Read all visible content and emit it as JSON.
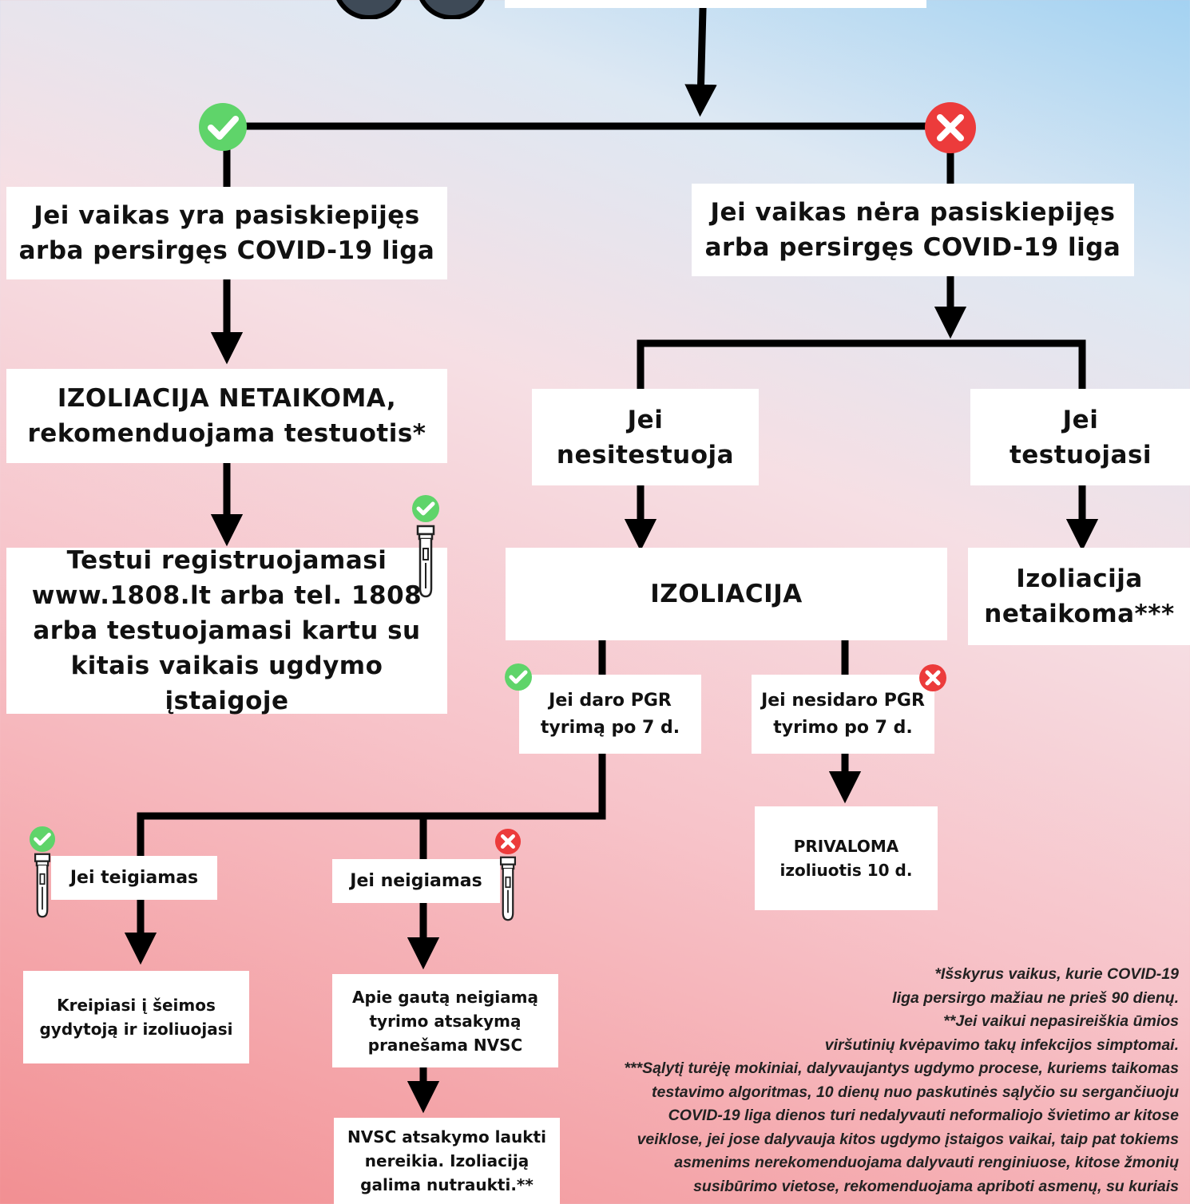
{
  "nodes": {
    "vaccinated": "Jei vaikas yra pasiskiepijęs\narba persirgęs COVID-19 liga",
    "not_vaccinated": "Jei vaikas nėra pasiskiepijęs\narba persirgęs COVID-19 liga",
    "no_isolation_test": "IZOLIACIJA NETAIKOMA,\nrekomenduojama testuotis*",
    "register_test": "Testui registruojamasi\nwww.1808.lt arba tel. 1808\narba testuojamasi kartu su\nkitais vaikais ugdymo įstaigoje",
    "not_testing": "Jei\nnesitestuoja",
    "testing": "Jei\ntestuojasi",
    "isolation": "IZOLIACIJA",
    "no_isolation": "Izoliacija\nnetaikoma***",
    "pcr_yes": "Jei daro PGR\ntyrimą po 7 d.",
    "pcr_no": "Jei nesidaro PGR\ntyrimo po 7 d.",
    "mandatory": "PRIVALOMA\nizoliuotis 10 d.",
    "positive": "Jei teigiamas",
    "negative": "Jei neigiamas",
    "family_doctor": "Kreipiasi į šeimos\ngydytoją ir izoliuojasi",
    "report_nvsc": "Apie gautą neigiamą\ntyrimo atsakymą\npranešama NVSC",
    "no_wait": "NVSC atsakymo laukti\nnereikia. Izoliaciją\ngalima nutraukti.**"
  },
  "footnote": "*Išskyrus vaikus, kurie COVID-19 \nliga persirgo mažiau ne prieš 90 dienų.\n**Jei vaikui nepasireiškia ūmios \nviršutinių kvėpavimo takų infekcijos simptomai.\n***Sąlytį turėję mokiniai, dalyvaujantys ugdymo procese, kuriems taikomas\ntestavimo algoritmas, 10 dienų nuo paskutinės sąlyčio su sergančiuoju\nCOVID-19 liga dienos turi nedalyvauti neformaliojo švietimo ar kitose\nveiklose, jei jose dalyvauja kitos ugdymo įstaigos vaikai, taip pat tokiems\nasmenims nerekomenduojama dalyvauti renginiuose, kitose žmonių\nsusibūrimo vietose, rekomenduojama apriboti asmenų, su kuriais",
  "colors": {
    "check": "#5fd46a",
    "cross": "#ec3b3b",
    "line": "#000000",
    "box": "#ffffff"
  },
  "icons": [
    "check-icon",
    "cross-icon",
    "test-tube-icon",
    "mask-icon"
  ]
}
